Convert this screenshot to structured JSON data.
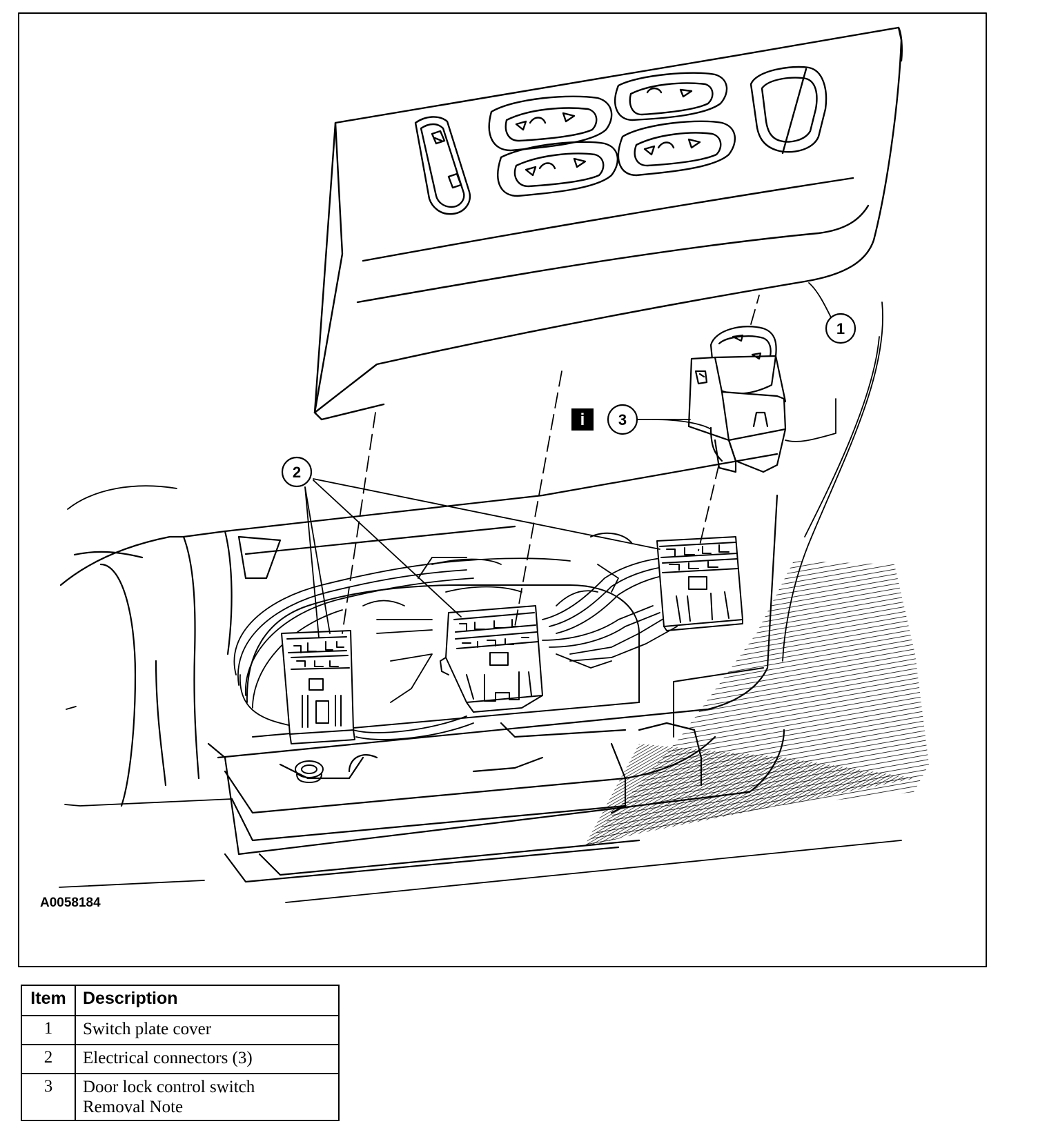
{
  "figure": {
    "id_label": "A0058184",
    "callouts": [
      {
        "number": "1",
        "target": "switch-plate-cover"
      },
      {
        "number": "2",
        "target": "electrical-connectors"
      },
      {
        "number": "3",
        "target": "door-lock-control-switch"
      }
    ],
    "info_icon": "i"
  },
  "legend": {
    "headers": [
      "Item",
      "Description"
    ],
    "rows": [
      {
        "item": "1",
        "lines": [
          "Switch plate cover"
        ]
      },
      {
        "item": "2",
        "lines": [
          "Electrical connectors (3)"
        ]
      },
      {
        "item": "3",
        "lines": [
          "Door lock control switch",
          "Removal Note"
        ]
      }
    ]
  }
}
